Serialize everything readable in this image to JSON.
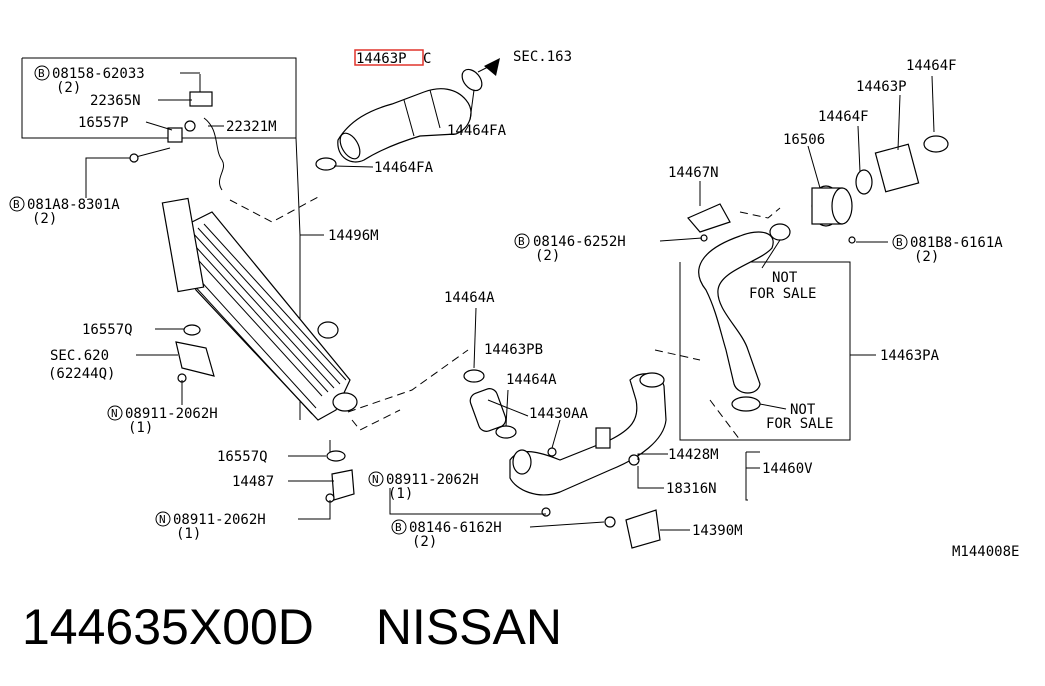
{
  "labels": {
    "part_highlight": "14463P",
    "part_highlight_suffix": "C",
    "sec163": "SEC.163",
    "p14464FA_top": "14464FA",
    "p14464FA_mid": "14464FA",
    "p14496M": "14496M",
    "b08158": "08158-62033",
    "b08158_qty": "(2)",
    "p22365N": "22365N",
    "p16557P": "16557P",
    "p22321M": "22321M",
    "b081A8": "081A8-8301A",
    "b081A8_qty": "(2)",
    "p16557Q_a": "16557Q",
    "sec620": "SEC.620",
    "sec620_sub": "(62244Q)",
    "n08911_a": "08911-2062H",
    "n08911_a_qty": "(1)",
    "p16557Q_b": "16557Q",
    "p14487": "14487",
    "n08911_c": "08911-2062H",
    "n08911_c_qty": "(1)",
    "p14464A_a": "14464A",
    "p14463PB": "14463PB",
    "p14464A_b": "14464A",
    "p14430AA": "14430AA",
    "n08911_b": "08911-2062H",
    "n08911_b_qty": "(1)",
    "b08146_6162H": "08146-6162H",
    "b08146_6162H_qty": "(2)",
    "p14390M": "14390M",
    "p14428M": "14428M",
    "p18316N": "18316N",
    "p14460V": "14460V",
    "p14467N": "14467N",
    "b08146_6252H": "08146-6252H",
    "b08146_6252H_qty": "(2)",
    "p16506": "16506",
    "p14464F_a": "14464F",
    "p14463P": "14463P",
    "p14464F_b": "14464F",
    "b081B8": "081B8-6161A",
    "b081B8_qty": "(2)",
    "not_for_sale_1a": "NOT",
    "not_for_sale_1b": "FOR SALE",
    "not_for_sale_2a": "NOT",
    "not_for_sale_2b": "FOR SALE",
    "p14463PA": "14463PA",
    "diagram_code": "M144008E"
  },
  "markers": {
    "bolt": "B",
    "nut": "N"
  },
  "colors": {
    "highlight": "#e0342c",
    "ink": "#000000"
  },
  "footer": {
    "part_number": "144635X00D",
    "brand": "NISSAN"
  }
}
